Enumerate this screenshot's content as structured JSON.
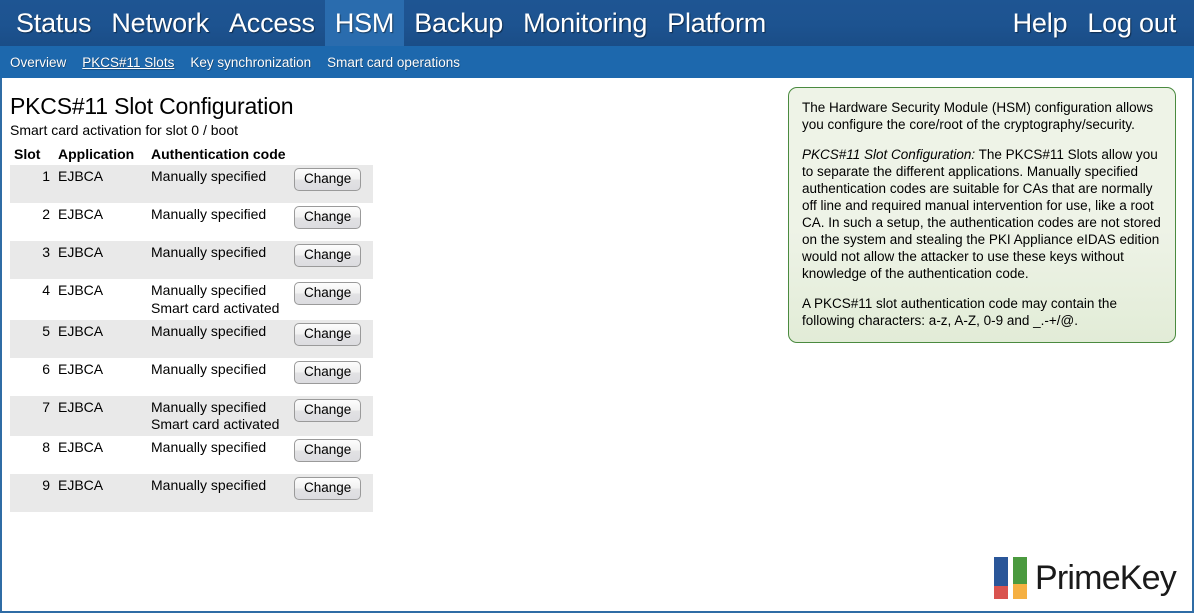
{
  "topnav": {
    "items": [
      {
        "label": "Status",
        "active": false
      },
      {
        "label": "Network",
        "active": false
      },
      {
        "label": "Access",
        "active": false
      },
      {
        "label": "HSM",
        "active": true
      },
      {
        "label": "Backup",
        "active": false
      },
      {
        "label": "Monitoring",
        "active": false
      },
      {
        "label": "Platform",
        "active": false
      }
    ],
    "right": [
      {
        "label": "Help"
      },
      {
        "label": "Log out"
      }
    ]
  },
  "subnav": {
    "items": [
      {
        "label": "Overview",
        "active": false
      },
      {
        "label": "PKCS#11 Slots",
        "active": true
      },
      {
        "label": "Key synchronization",
        "active": false
      },
      {
        "label": "Smart card operations",
        "active": false
      }
    ]
  },
  "main": {
    "title": "PKCS#11 Slot Configuration",
    "subtitle": "Smart card activation for slot 0 / boot",
    "table": {
      "headers": {
        "slot": "Slot",
        "application": "Application",
        "auth": "Authentication code"
      },
      "rows": [
        {
          "slot": "1",
          "application": "EJBCA",
          "auth": "Manually specified",
          "auth2": "",
          "button": "Change",
          "shaded": true
        },
        {
          "slot": "2",
          "application": "EJBCA",
          "auth": "Manually specified",
          "auth2": "",
          "button": "Change",
          "shaded": false
        },
        {
          "slot": "3",
          "application": "EJBCA",
          "auth": "Manually specified",
          "auth2": "",
          "button": "Change",
          "shaded": true
        },
        {
          "slot": "4",
          "application": "EJBCA",
          "auth": "Manually specified",
          "auth2": "Smart card activated",
          "button": "Change",
          "shaded": false
        },
        {
          "slot": "5",
          "application": "EJBCA",
          "auth": "Manually specified",
          "auth2": "",
          "button": "Change",
          "shaded": true
        },
        {
          "slot": "6",
          "application": "EJBCA",
          "auth": "Manually specified",
          "auth2": "",
          "button": "Change",
          "shaded": false
        },
        {
          "slot": "7",
          "application": "EJBCA",
          "auth": "Manually specified",
          "auth2": "Smart card activated",
          "button": "Change",
          "shaded": true
        },
        {
          "slot": "8",
          "application": "EJBCA",
          "auth": "Manually specified",
          "auth2": "",
          "button": "Change",
          "shaded": false
        },
        {
          "slot": "9",
          "application": "EJBCA",
          "auth": "Manually specified",
          "auth2": "",
          "button": "Change",
          "shaded": true
        }
      ]
    }
  },
  "infobox": {
    "paragraph1": "The Hardware Security Module (HSM) configuration allows you configure the core/root of the cryptography/security.",
    "emphasis": "PKCS#11 Slot Configuration:",
    "paragraph2": " The PKCS#11 Slots allow you to separate the different applications. Manually specified authentication codes are suitable for CAs that are normally off line and required manual intervention for use, like a root CA. In such a setup, the authentication codes are not stored on the system and stealing the PKI Appliance eIDAS edition would not allow the attacker to use these keys without knowledge of the authentication code.",
    "paragraph3": "A PKCS#11 slot authentication code may contain the following characters: a-z, A-Z, 0-9 and _.-+/@."
  },
  "logo": {
    "text": "PrimeKey",
    "colors": {
      "blue": "#2a5699",
      "red": "#d9534f",
      "green": "#4b9a3f",
      "orange": "#f5b042"
    }
  },
  "theme": {
    "topbar_blue": "#1d5390",
    "active_tab_blue": "#2a6cae",
    "subbar_blue": "#1d68ad",
    "frame_border": "#2f6ca5",
    "row_shade": "#e9e9e9",
    "infobox_border": "#4a8a3f"
  }
}
